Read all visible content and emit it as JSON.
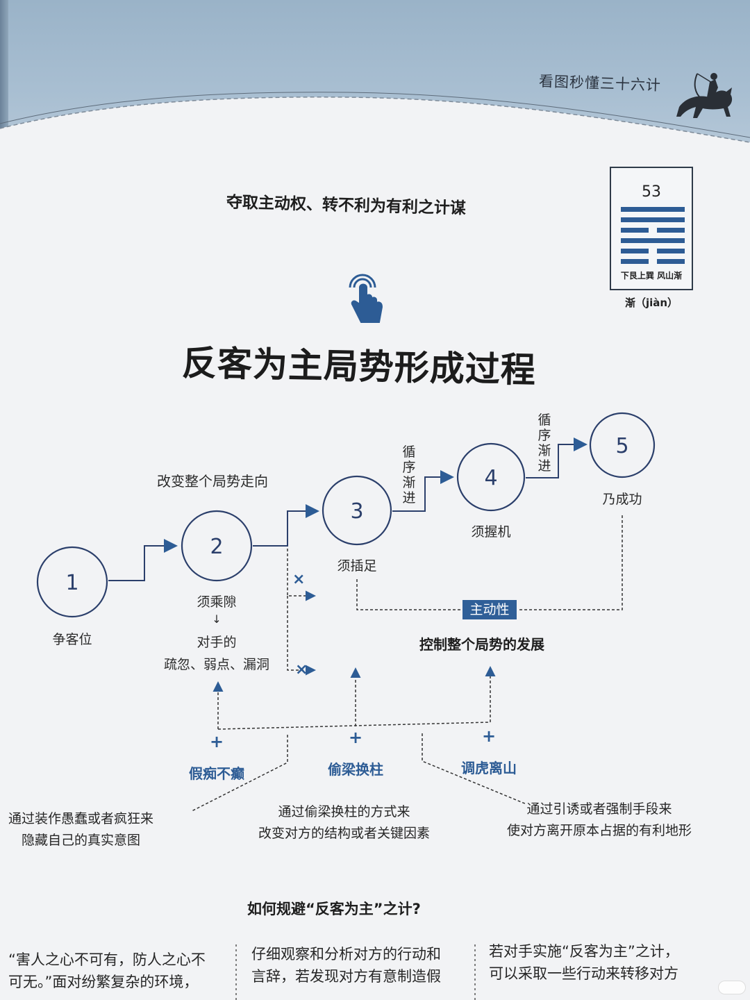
{
  "header": {
    "book_title": "看图秒懂三十六计"
  },
  "hexagram": {
    "number": "53",
    "caption": "下艮上巽 风山渐",
    "name": "渐（jiàn）"
  },
  "subtitle": "夺取主动权、转不利为有利之计谋",
  "title": "反客为主局势形成过程",
  "steps": [
    {
      "num": "1",
      "label": "争客位"
    },
    {
      "num": "2",
      "label": "须乘隙"
    },
    {
      "num": "3",
      "label": "须插足"
    },
    {
      "num": "4",
      "label": "须握机"
    },
    {
      "num": "5",
      "label": "乃成功"
    }
  ],
  "step2_arrow": "↓",
  "step2_detail": [
    "对手的",
    "疏忽、弱点、漏洞"
  ],
  "change_label": "改变整个局势走向",
  "gradual_label": "循序渐进",
  "badge": "主动性",
  "control_label": "控制整个局势的发展",
  "stratagems": [
    {
      "plus": "+",
      "name": "假痴不癫",
      "desc": [
        "通过装作愚蠢或者疯狂来",
        "隐藏自己的真实意图"
      ]
    },
    {
      "plus": "+",
      "name": "偷梁换柱",
      "desc": [
        "通过偷梁换柱的方式来",
        "改变对方的结构或者关键因素"
      ]
    },
    {
      "plus": "+",
      "name": "调虎离山",
      "desc": [
        "通过引诱或者强制手段来",
        "使对方离开原本占据的有利地形"
      ]
    }
  ],
  "cross_mark": "×",
  "question": "如何规避“反客为主”之计?",
  "columns": [
    [
      "“害人之心不可有，防人之心不",
      "可无。”面对纷繁复杂的环境，"
    ],
    [
      "仔细观察和分析对方的行动和",
      "言辞，若发现对方有意制造假"
    ],
    [
      "若对手实施“反客为主”之计，",
      "可以采取一些行动来转移对方"
    ]
  ],
  "colors": {
    "accent": "#2f5f98",
    "circle": "#2b3f6b",
    "ink": "#222222"
  }
}
